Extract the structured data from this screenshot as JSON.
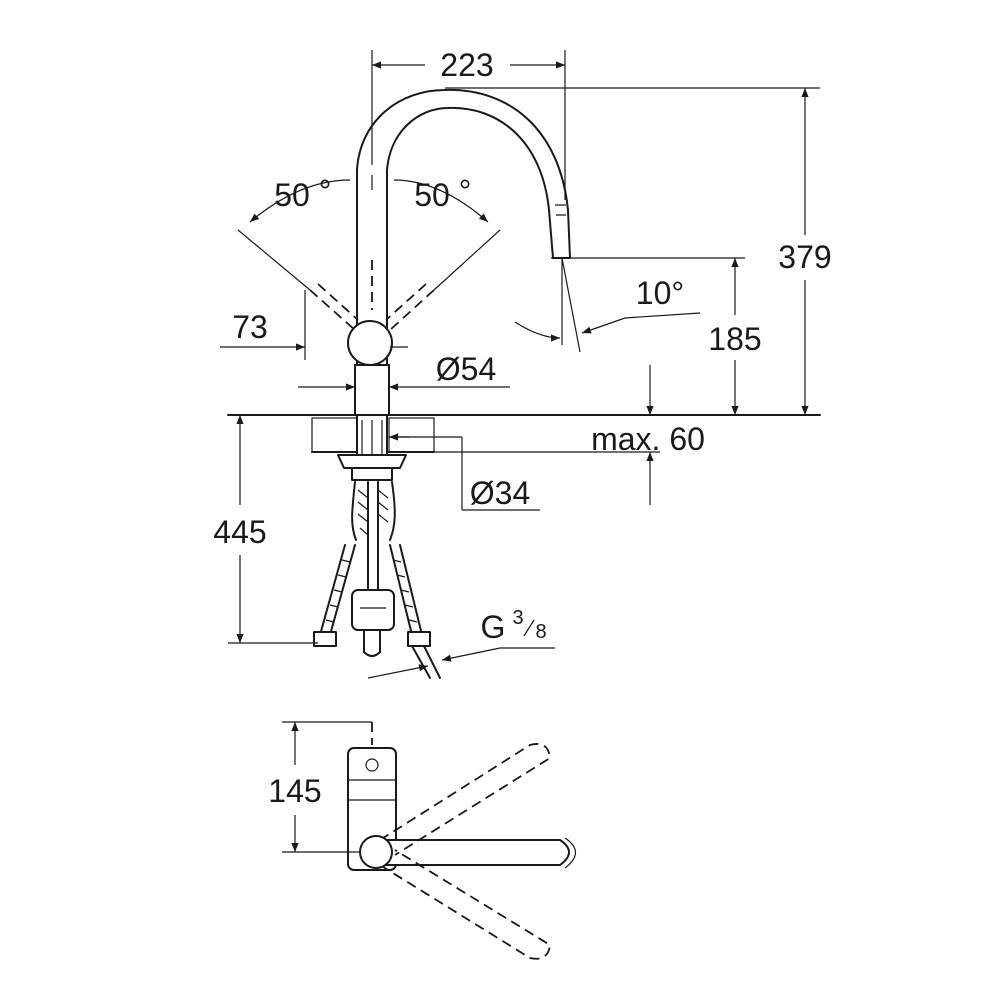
{
  "dimensions": {
    "spout_reach": "223",
    "total_height": "379",
    "swivel_left": "50",
    "swivel_right": "50",
    "degree_symbol": "°",
    "lever_offset": "73",
    "body_diameter": "Ø54",
    "spray_angle": "10°",
    "outlet_height": "185",
    "max_counter_thickness": "max. 60",
    "hole_diameter": "Ø34",
    "hose_length": "445",
    "connection_thread": "G",
    "thread_numerator": "3",
    "thread_denominator": "8",
    "top_view_depth": "145"
  }
}
